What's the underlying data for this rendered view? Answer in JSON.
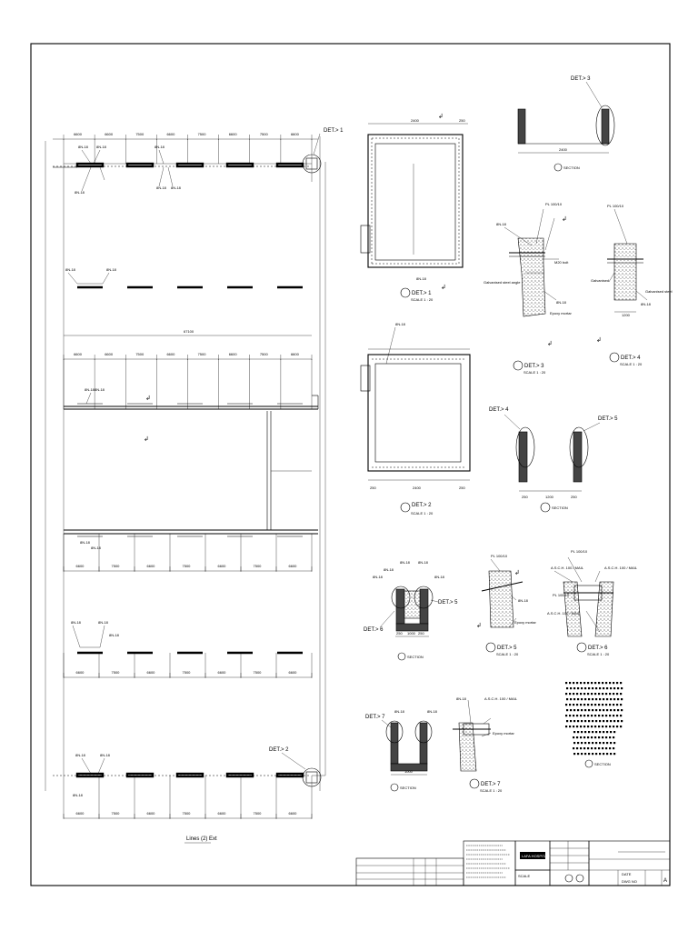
{
  "plan": {
    "dims_top": [
      "6600",
      "6600",
      "7500",
      "6600",
      "7500",
      "6600",
      "7500",
      "6600"
    ],
    "dims_bottom": [
      "6600",
      "7500",
      "6600",
      "7500",
      "6600",
      "7500",
      "6600"
    ],
    "overall_dim": "67100",
    "caption": "Lines (2) Ext",
    "det_labels": [
      "DET.> 1",
      "DET.> 2"
    ],
    "bar_tag": "8N-18"
  },
  "details": {
    "det1": "DET.> 1",
    "det2": "DET.> 2",
    "det3": "DET.> 3",
    "det4": "DET.> 4",
    "det5": "DET.> 5",
    "det6": "DET.> 6",
    "det7": "DET.> 7",
    "scale": "SCALE 1 : 20",
    "section": "SECTION",
    "dim_a": "2400",
    "dim_b": "1200"
  },
  "notes": {
    "lines": [
      "",
      "",
      "",
      "",
      "",
      ""
    ]
  },
  "title_block": {
    "logo": "LAFA HOSPITALS",
    "project": "",
    "scale_label": "SCALE",
    "date_label": "DATE",
    "drawing_no_label": "DWG NO"
  }
}
